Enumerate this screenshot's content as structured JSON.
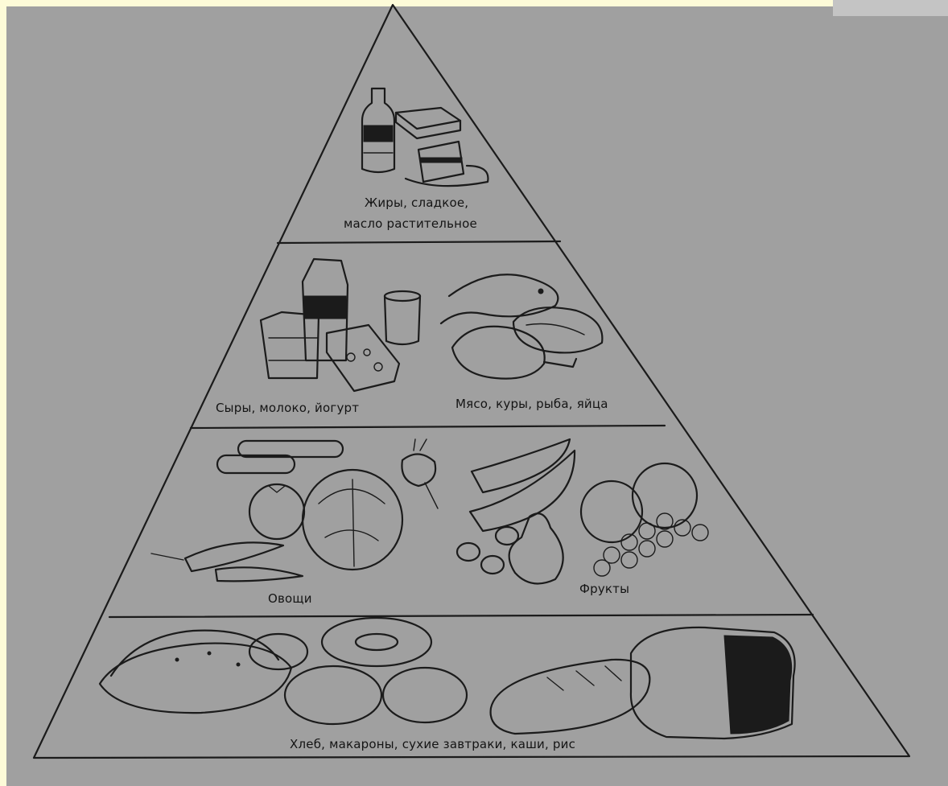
{
  "tiers": {
    "top": {
      "line1": "Жиры, сладкое,",
      "line2": "масло растительное"
    },
    "second": {
      "left": "Сыры, молоко, йогурт",
      "right": "Мясо, куры, рыба, яйца"
    },
    "third": {
      "left": "Овощи",
      "right": "Фрукты"
    },
    "base": {
      "label": "Хлеб, макароны, сухие завтраки, каши, рис"
    }
  },
  "colors": {
    "background": "#a0a0a0",
    "ink": "#1b1b1b",
    "frame": "#fdfbd8"
  }
}
